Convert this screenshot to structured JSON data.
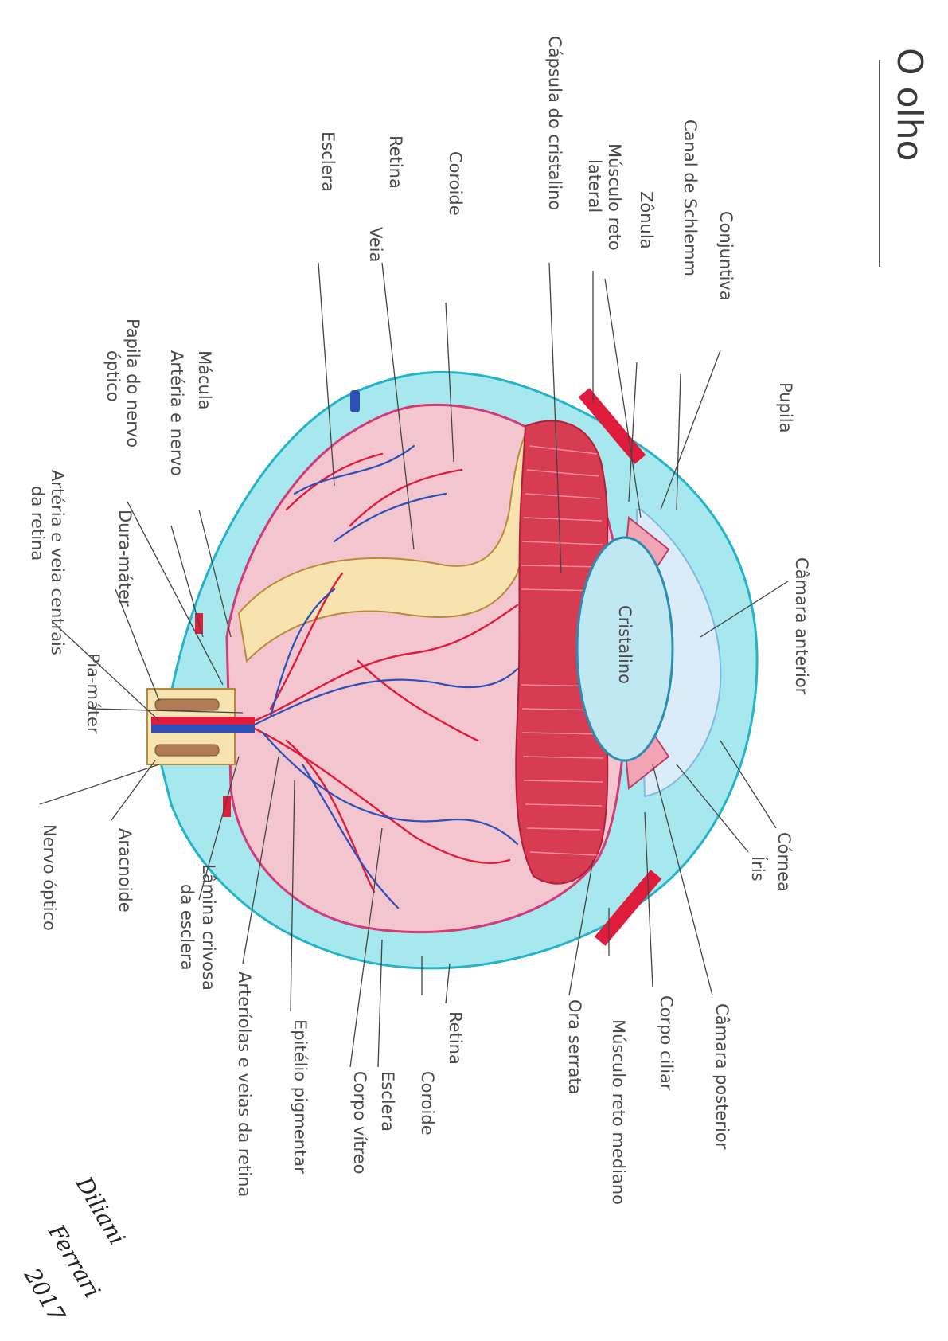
{
  "title": "O olho",
  "signature": {
    "name_line1": "Diliani",
    "name_line2": "Ferrari",
    "year": "2017"
  },
  "labels": {
    "conjuntiva": "Conjuntiva",
    "canal_schlemm": "Canal de Schlemm",
    "zonula": "Zônula",
    "musculo_reto_lateral": [
      "Músculo reto",
      "lateral"
    ],
    "capsula_cristalino": "Cápsula do cristalino",
    "coroide_top": "Coroide",
    "retina_top": "Retina",
    "veia": "Veia",
    "esclera_top": "Esclera",
    "macula": "Mácula",
    "arteria_nervo": "Artéria e nervo",
    "papila": [
      "Papila do nervo",
      "óptico"
    ],
    "dura_mater": "Dura-máter",
    "pia_mater": "Pia-máter",
    "arteria_veia_centrais": [
      "Artéria e veia centrais",
      "da retina"
    ],
    "nervo_optico": "Nervo óptico",
    "aracnoide": "Aracnoide",
    "lamina_crivosa": [
      "Lâmina crivosa",
      "da esclera"
    ],
    "arteriolas_veias": "Arteríolas e veias da retina",
    "epitelio_pigmentar": "Epitélio pigmentar",
    "corpo_vitreo": "Corpo vítreo",
    "esclera_bottom": "Esclera",
    "coroide_bottom": "Coroide",
    "retina_bottom": "Retina",
    "ora_serrata": "Ora serrata",
    "musculo_reto_mediano": "Músculo reto mediano",
    "corpo_ciliar": "Corpo ciliar",
    "camara_posterior": "Câmara posterior",
    "iris": "Íris",
    "cornea": "Córnea",
    "camara_anterior": "Câmara anterior",
    "pupila": "Pupila",
    "cristalino": "Cristalino"
  },
  "colors": {
    "outer_layer": "#8fe4ea",
    "outer_stroke": "#25b3c8",
    "retina_fill": "#f3c6cf",
    "retina_stroke": "#d33a78",
    "choroid_band": "#f6e3b0",
    "ciliary_red": "#d83c52",
    "lens_fill": "#bfe8f3",
    "artery": "#e01c3c",
    "vein": "#2d4fb8"
  }
}
